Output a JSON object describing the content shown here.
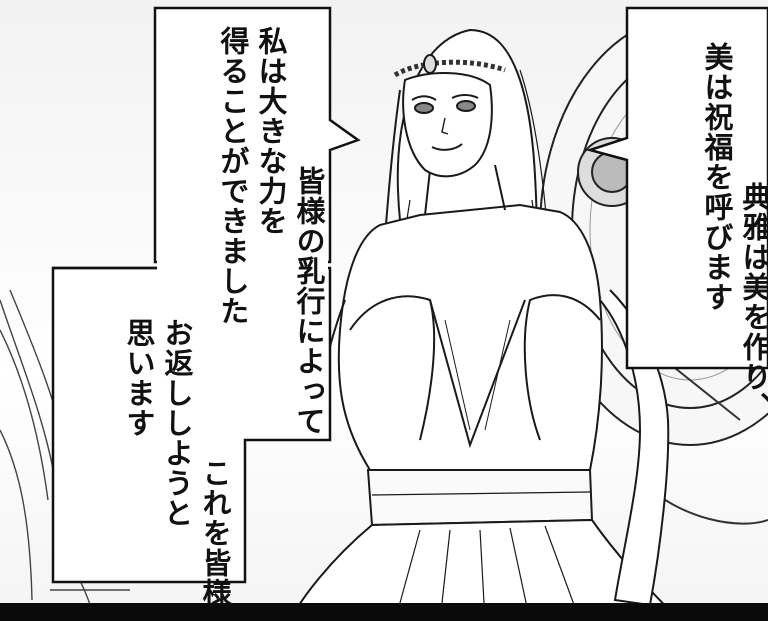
{
  "speech_bubbles": {
    "top_center": {
      "lines": [
        "皆様の乳行によって",
        "私は大きな力を",
        "得ることができました"
      ]
    },
    "lower_left": {
      "lines": [
        "これを皆様に",
        "お返ししようと",
        "思います"
      ]
    },
    "right": {
      "lines": [
        "典雅は美を作り、",
        "美は祝福を呼びます"
      ]
    }
  }
}
